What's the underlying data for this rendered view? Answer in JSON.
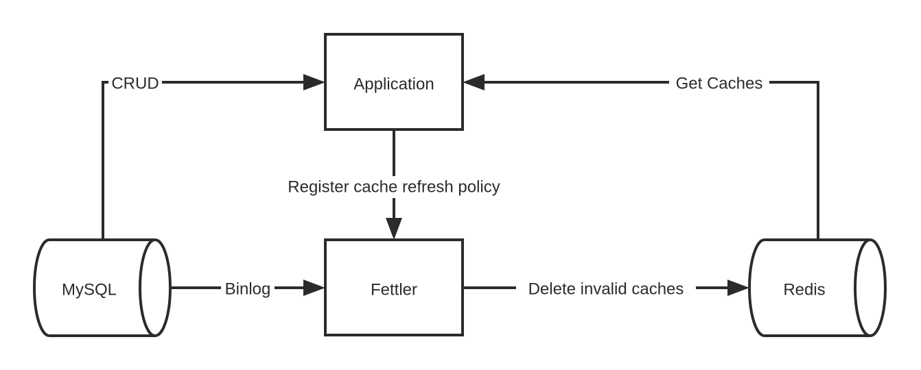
{
  "nodes": {
    "application": "Application",
    "fettler": "Fettler",
    "mysql": "MySQL",
    "redis": "Redis"
  },
  "edges": {
    "crud": "CRUD",
    "register_policy": "Register cache refresh policy",
    "binlog": "Binlog",
    "delete_invalid": "Delete invalid caches",
    "get_caches": "Get Caches"
  },
  "colors": {
    "stroke": "#2b2b2b",
    "background": "#ffffff"
  }
}
